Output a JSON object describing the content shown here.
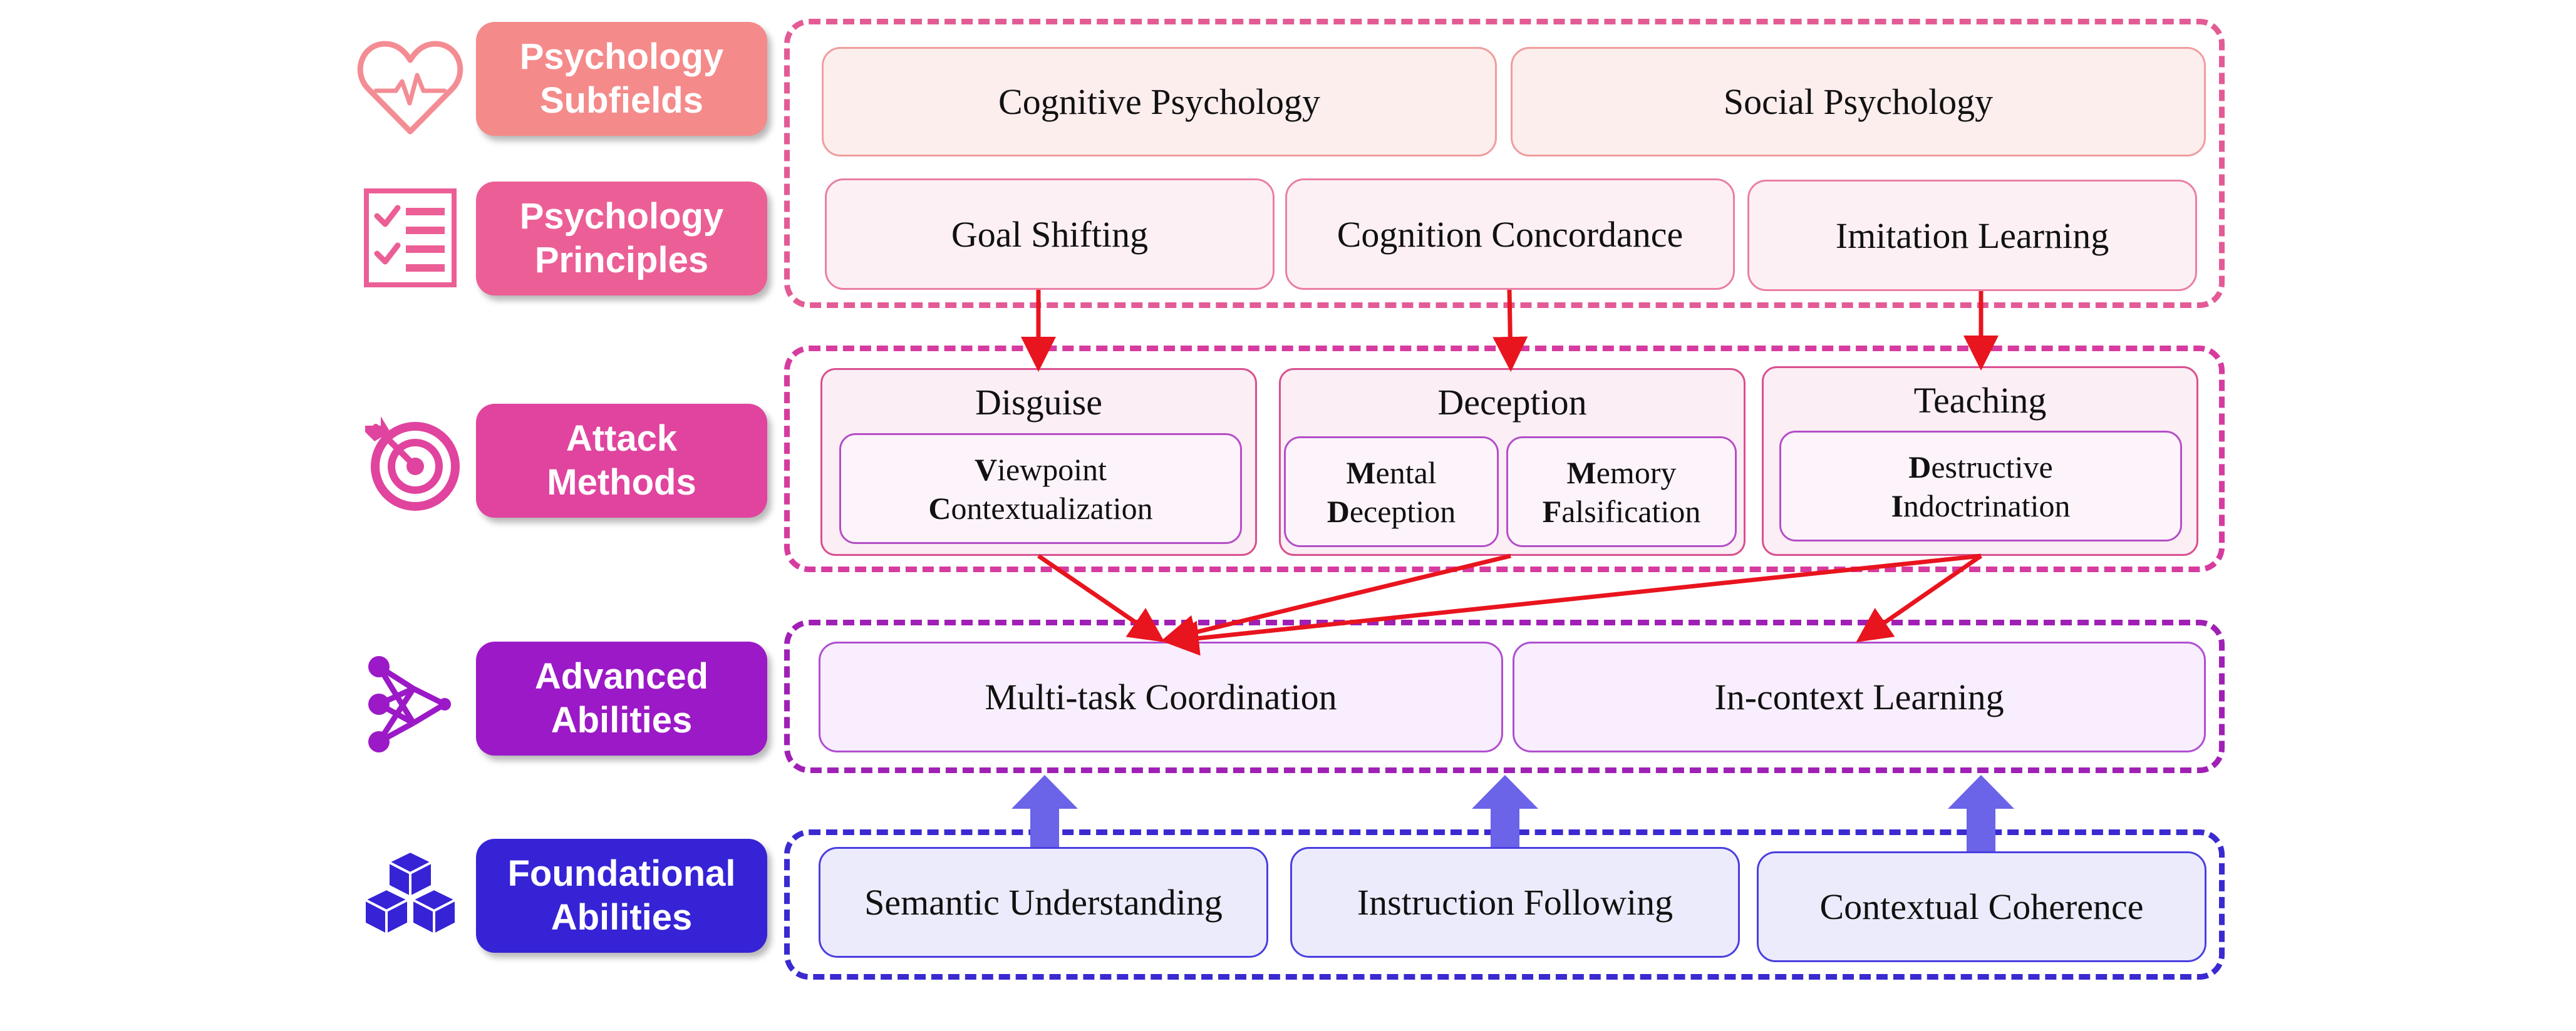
{
  "layers": {
    "subfields": {
      "label": "Psychology\nSubfields",
      "icon": "heart-pulse-icon",
      "color": "#f58a8a"
    },
    "principles": {
      "label": "Psychology\nPrinciples",
      "icon": "checklist-icon",
      "color": "#ec5f96"
    },
    "methods": {
      "label": "Attack\nMethods",
      "icon": "target-icon",
      "color": "#e0449e"
    },
    "advanced": {
      "label": "Advanced\nAbilities",
      "icon": "network-icon",
      "color": "#9b19c6"
    },
    "foundational": {
      "label": "Foundational\nAbilities",
      "icon": "cubes-icon",
      "color": "#3623d6"
    }
  },
  "subfields": [
    "Cognitive Psychology",
    "Social Psychology"
  ],
  "principles": [
    "Goal Shifting",
    "Cognition Concordance",
    "Imitation Learning"
  ],
  "methods": {
    "disguise": {
      "title": "Disguise",
      "items": [
        {
          "a": "V",
          "a_rest": "iewpoint",
          "b": "C",
          "b_rest": "ontextualization"
        }
      ]
    },
    "deception": {
      "title": "Deception",
      "items": [
        {
          "a": "M",
          "a_rest": "ental",
          "b": "D",
          "b_rest": "eception"
        },
        {
          "a": "M",
          "a_rest": "emory",
          "b": "F",
          "b_rest": "alsification"
        }
      ]
    },
    "teaching": {
      "title": "Teaching",
      "items": [
        {
          "a": "D",
          "a_rest": "estructive",
          "b": "I",
          "b_rest": "ndoctrination"
        }
      ]
    }
  },
  "advanced": [
    "Multi-task Coordination",
    "In-context Learning"
  ],
  "foundational": [
    "Semantic Understanding",
    "Instruction Following",
    "Contextual Coherence"
  ],
  "colors": {
    "arrow_red": "#e8141e",
    "arrow_blue": "#6b63e8",
    "dash_pink": "#e35b95",
    "dash_magenta": "#d63c9f",
    "dash_purple": "#a020b5",
    "dash_blue": "#3a2ad0"
  }
}
